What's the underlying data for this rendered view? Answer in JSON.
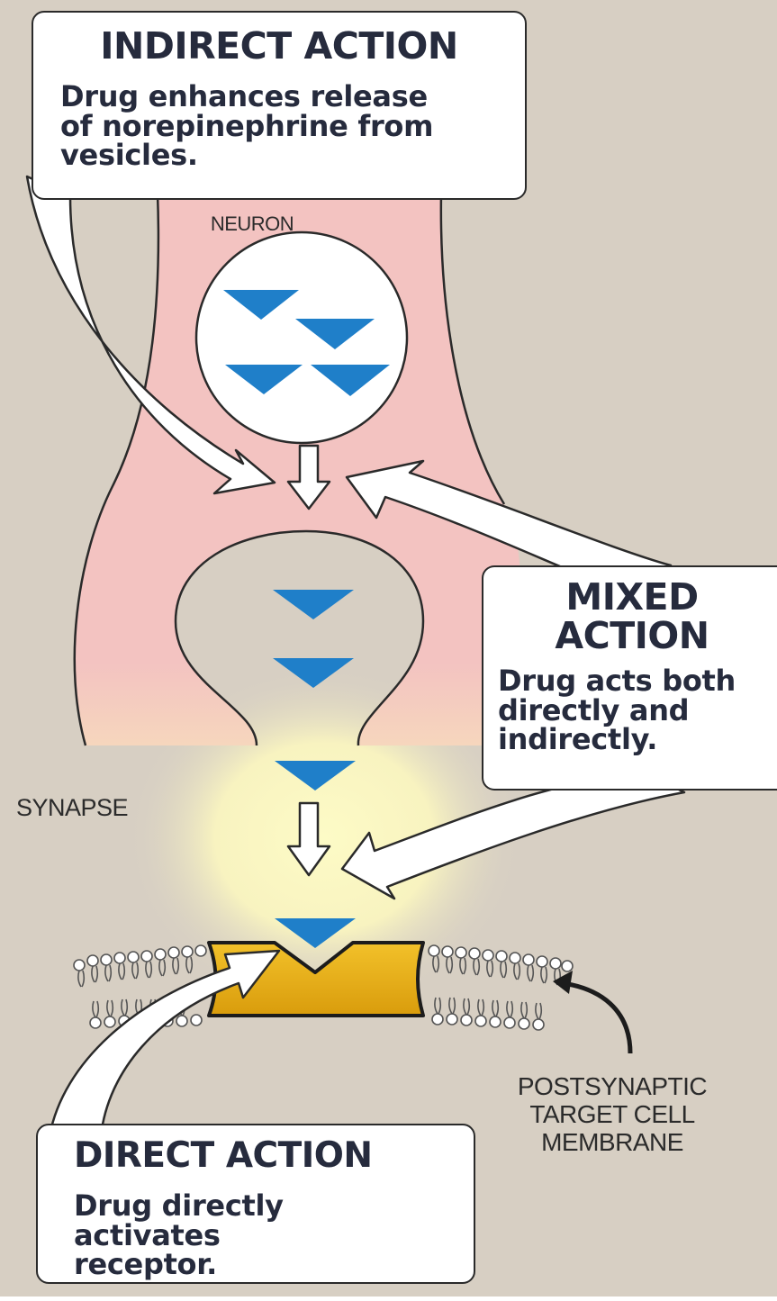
{
  "indirect": {
    "title": "INDIRECT ACTION",
    "description": "Drug enhances release of norepinephrine from vesicles."
  },
  "mixed": {
    "title_line1": "MIXED",
    "title_line2": "ACTION",
    "description": "Drug acts both directly and indirectly."
  },
  "direct": {
    "title": "DIRECT ACTION",
    "description": "Drug directly activates receptor."
  },
  "labels": {
    "neuron": "NEURON",
    "synapse": "SYNAPSE",
    "postsynaptic": "POSTSYNAPTIC TARGET CELL MEMBRANE"
  },
  "colors": {
    "background": "#d7cfc3",
    "neuron": "#f3c3c1",
    "synapse_glow": "#fdfbc6",
    "neurotransmitter": "#1f7fc9",
    "receptor": "#e8b413",
    "callout": "#ffffff"
  }
}
